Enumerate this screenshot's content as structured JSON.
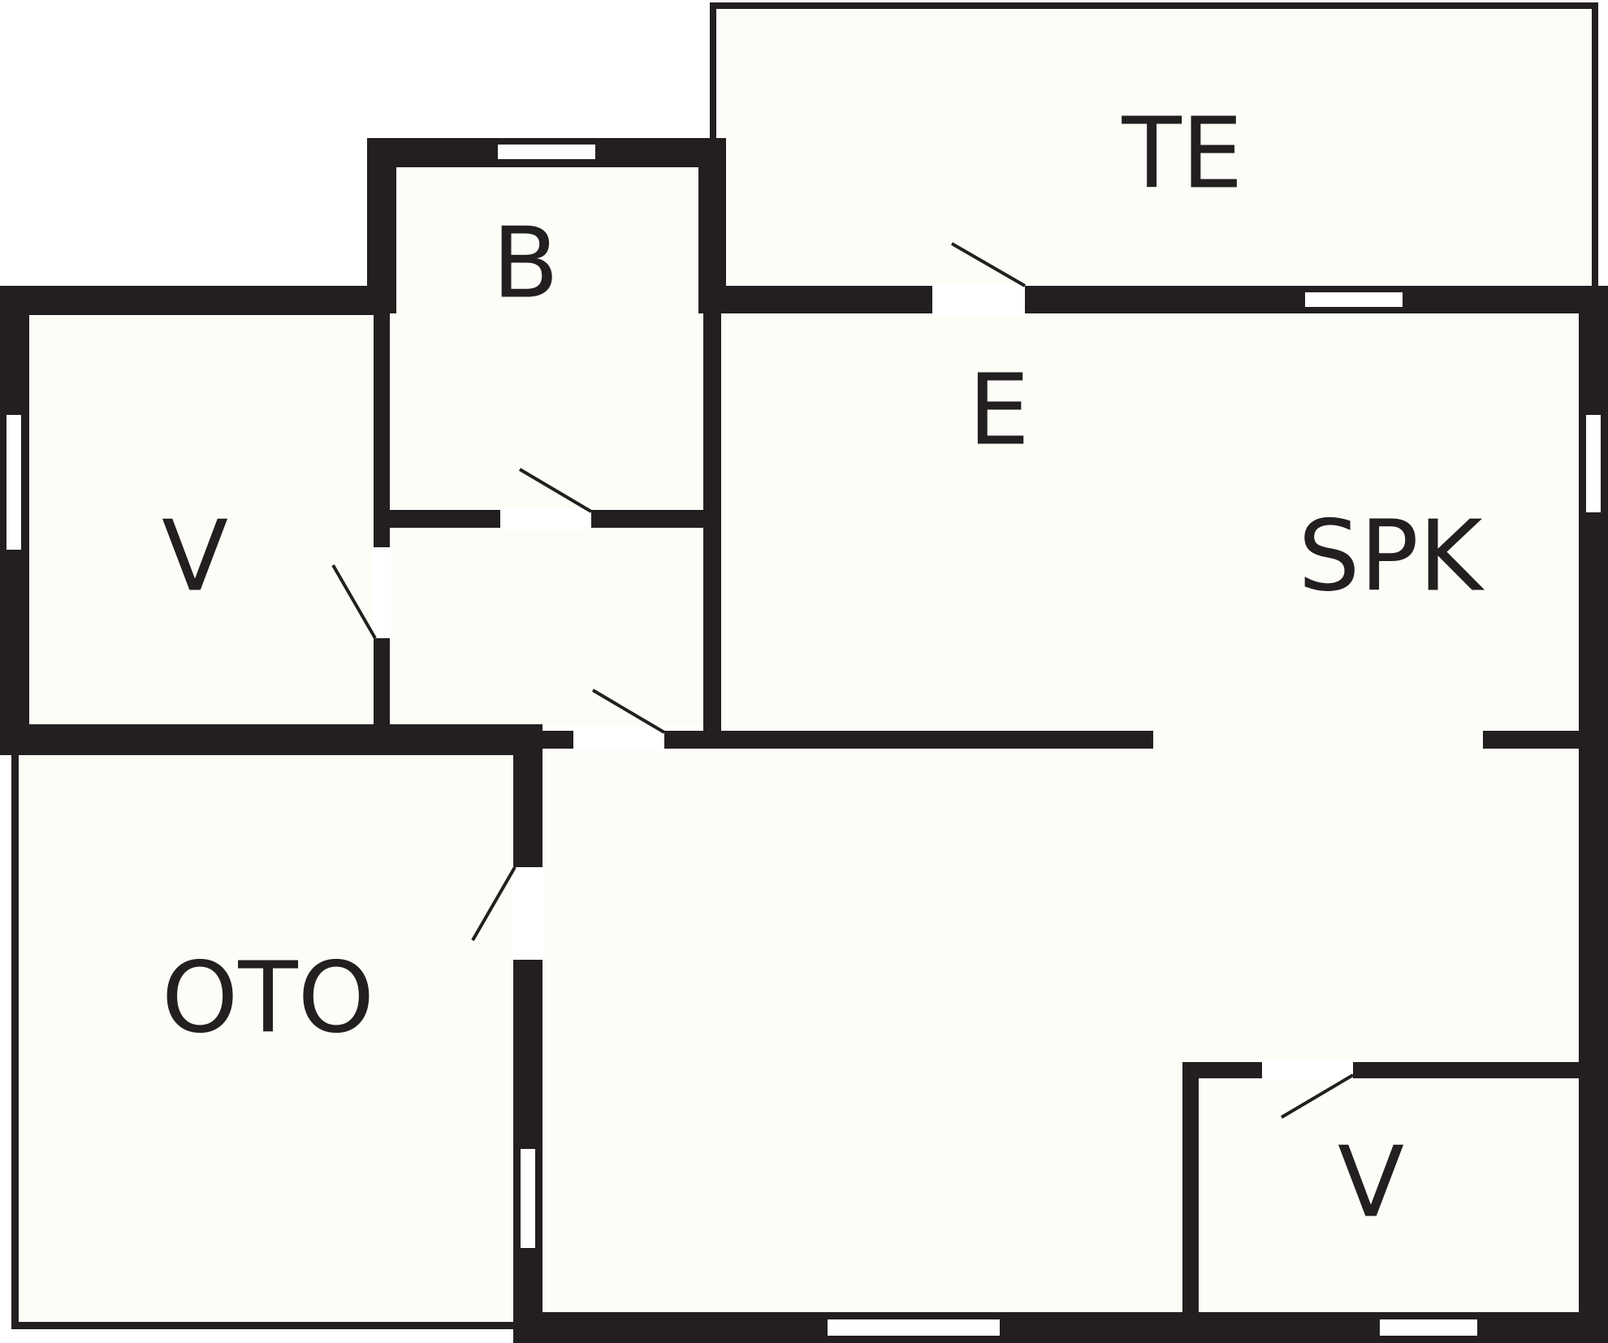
{
  "colors": {
    "floor": "#fdfdf8",
    "wall": "#231f20",
    "opening": "#ffffff"
  },
  "rooms": {
    "terrace": {
      "label": "TE"
    },
    "sauna": {
      "label": "B"
    },
    "closet_left": {
      "label": "V"
    },
    "hall": {
      "label": "E"
    },
    "living_kitchen": {
      "label": "SPK"
    },
    "bedroom": {
      "label": "OTO"
    },
    "closet_right": {
      "label": "V"
    }
  }
}
